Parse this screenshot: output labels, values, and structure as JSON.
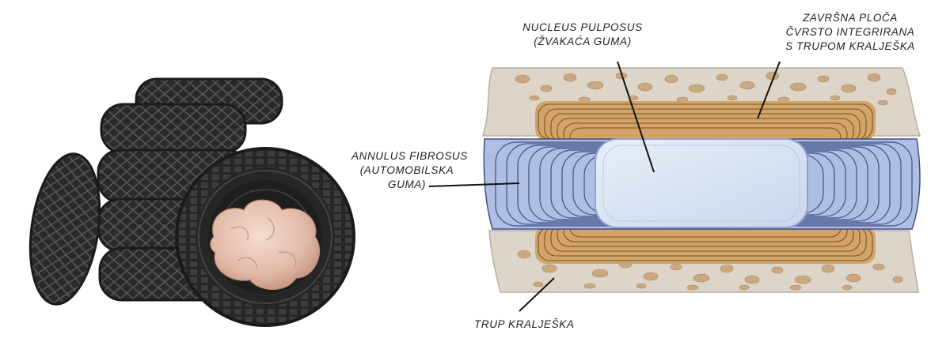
{
  "labels": {
    "nucleus": [
      "NUCLEUS PULPOSUS",
      "(ŽVAKAĆA GUMA)"
    ],
    "endplate": [
      "ZAVRŠNA PLOČA",
      "ČVRSTO INTEGRIRANA",
      "S TRUPOM KRALJEŠKA"
    ],
    "annulus": [
      "ANNULUS FIBROSUS",
      "(AUTOMOBILSKA",
      "GUMA)"
    ],
    "vertebra": [
      "TRUP KRALJEŠKA"
    ]
  },
  "colors": {
    "bone": "#ddd5c8",
    "bone_spot": "#c9a882",
    "annulus_blue": "#aebfe3",
    "annulus_line": "#3f4f86",
    "endplate_tan": "#d2a468",
    "endplate_line": "#7a5225",
    "nucleus": "#dbe4f2",
    "tire": "#2b2b2b",
    "tire_tread": "#4a4a4a",
    "gum": "#e9c6b6"
  },
  "icons": {
    "left_image": "tire-stack-with-chewing-gum-icon",
    "right_image": "intervertebral-disc-cross-section-icon"
  }
}
